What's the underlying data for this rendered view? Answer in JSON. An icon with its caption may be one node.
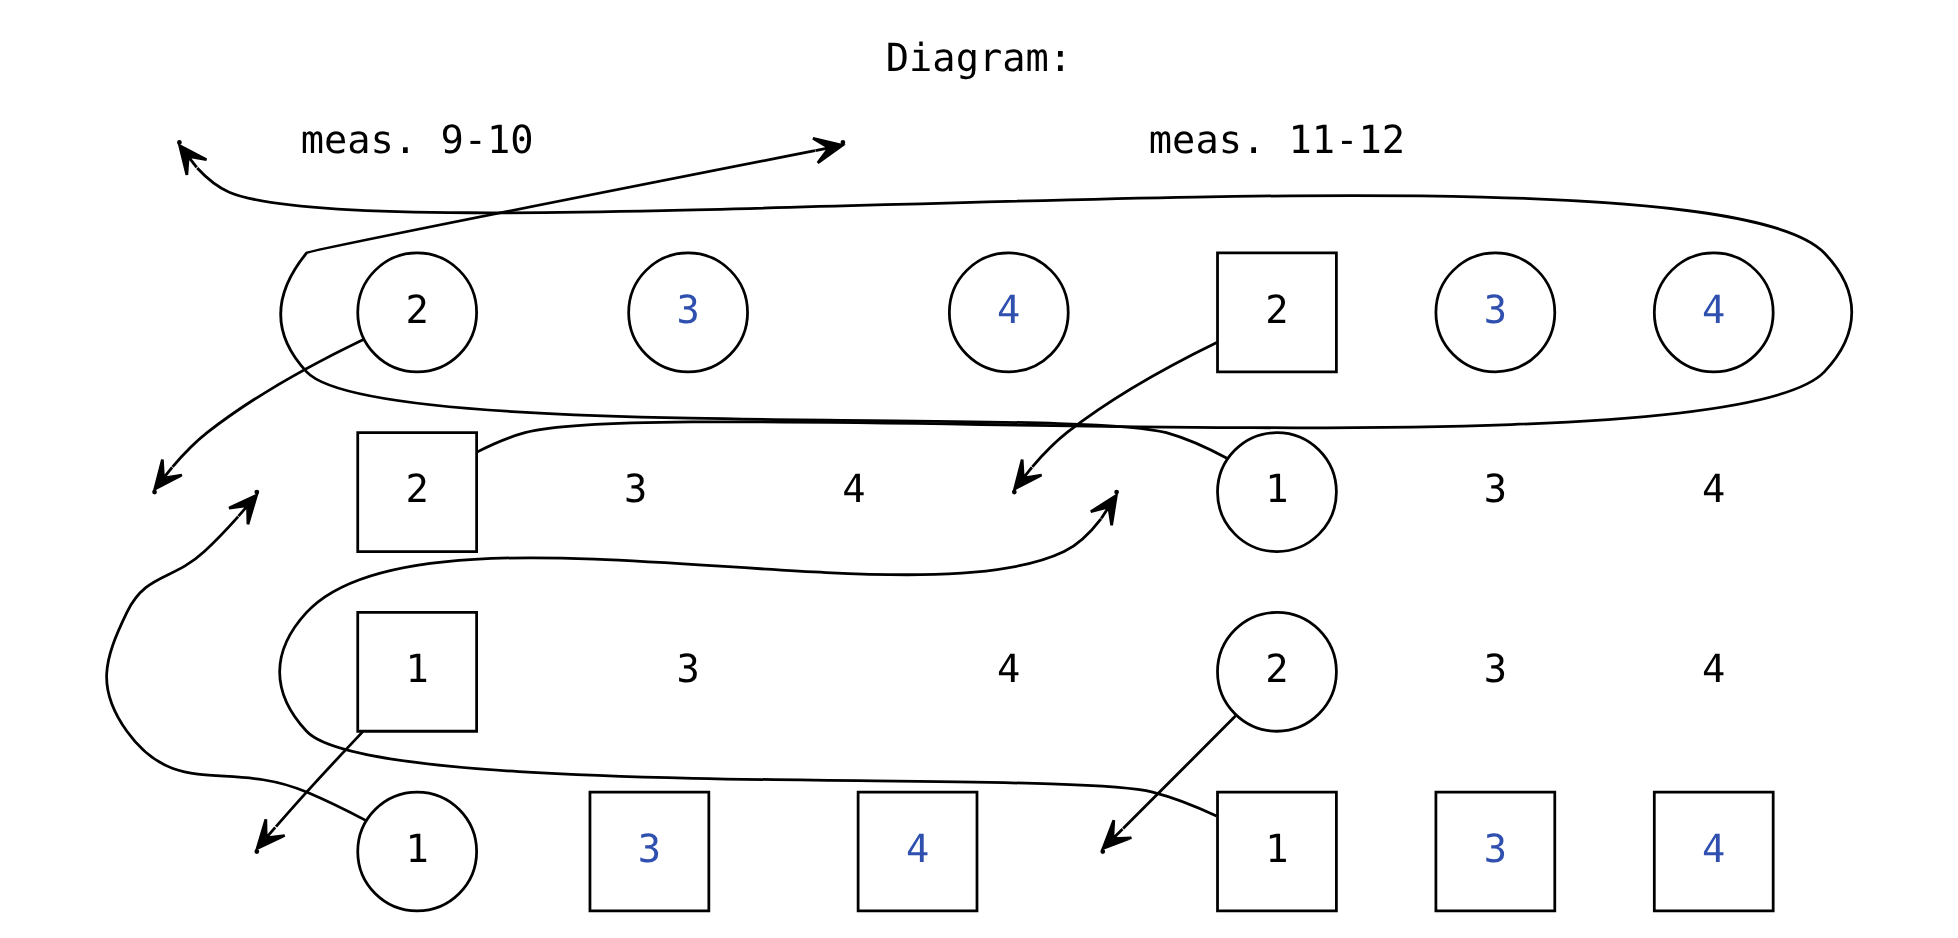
{
  "diagram": {
    "title": "Diagram:",
    "nodes": [
      {
        "text": [
          "2"
        ]
      },
      {
        "text": [
          "3"
        ]
      },
      {
        "text": [
          "4"
        ]
      },
      {
        "text": [
          "2"
        ]
      },
      {
        "text": [
          "1"
        ]
      },
      {
        "text": [
          "1"
        ]
      },
      {
        "text": [
          "3"
        ]
      },
      {
        "text": [
          "4"
        ]
      },
      {
        "text": [
          "2"
        ]
      },
      {
        "text": [
          "3"
        ]
      },
      {
        "text": [
          "4"
        ]
      },
      {
        "text": [
          "1"
        ]
      },
      {
        "text": [
          "2"
        ]
      },
      {
        "text": [
          "1"
        ]
      },
      {
        "text": [
          "3"
        ]
      },
      {
        "text": [
          "4"
        ]
      }
    ],
    "edges": [
      {
        "from": 3,
        "to": null,
        "arrow": "to"
      },
      {
        "from": 0,
        "to": null,
        "arrow": "to"
      },
      {
        "from": 5,
        "to": null,
        "arrow": "to"
      },
      {
        "from": 4,
        "to": null,
        "arrow": "to"
      },
      {
        "from": 11,
        "to": null,
        "arrow": "to"
      },
      {
        "from": 8,
        "to": null,
        "arrow": "to"
      },
      {
        "from": 13,
        "to": null,
        "arrow": "to"
      },
      {
        "from": 12,
        "to": null,
        "arrow": "to"
      }
    ],
    "labels": [
      "meas. 9-10",
      "meas. 11-12",
      "3",
      "4",
      "3",
      "4",
      "3",
      "4",
      "3",
      "4"
    ]
  }
}
